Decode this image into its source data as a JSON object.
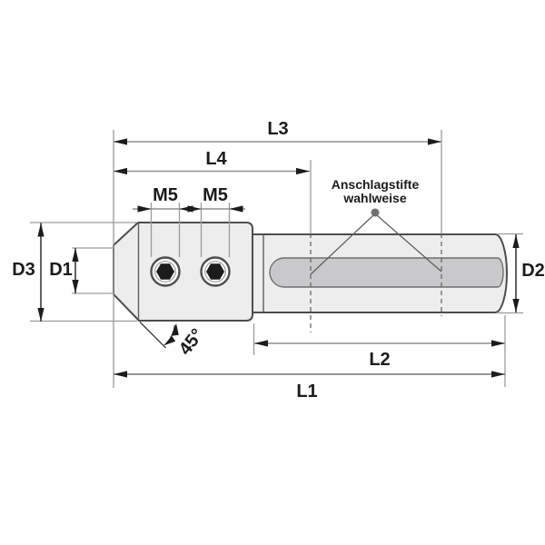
{
  "drawing": {
    "annotation": {
      "line1": "Anschlagstifte",
      "line2": "wahlweise"
    },
    "labels": {
      "l1": "L1",
      "l2": "L2",
      "l3": "L3",
      "l4": "L4",
      "d1": "D1",
      "d2": "D2",
      "d3": "D3",
      "m5_first": "M5",
      "m5_second": "M5",
      "angle": "45°"
    },
    "colors": {
      "background": "#ffffff",
      "body_fill": "#ededed",
      "slot_fill": "#c9c9cb",
      "outline": "#4d4d4d",
      "dimension_line": "#8f8f8f",
      "extension_line": "#9c9c9c",
      "arrow_and_text": "#1b1b1b",
      "leader_dot": "#6f6f6f"
    }
  }
}
